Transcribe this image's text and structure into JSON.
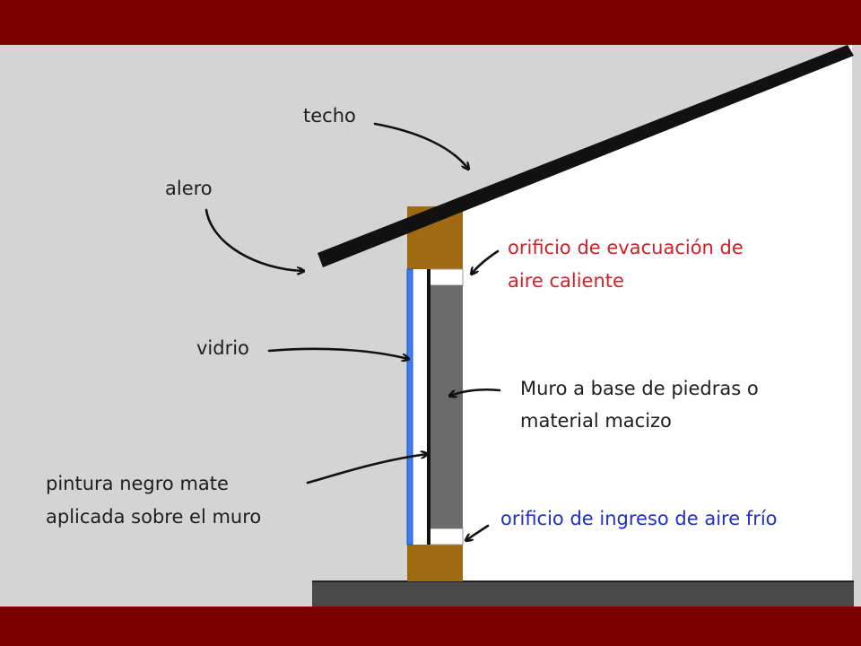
{
  "colors": {
    "frame": "#7a0000",
    "background": "#d4d4d4",
    "interior": "#ffffff",
    "roof": "#111111",
    "wood_block": "#a06a12",
    "glass": "#3b7df5",
    "wall_mass": "#6b6b6b",
    "ground": "#4a4a4a",
    "label_default": "#1e1e1e",
    "label_hot_air": "#d1202a",
    "label_cold_air": "#1f2fc4"
  },
  "labels": {
    "techo": "techo",
    "alero": "alero",
    "vidrio": "vidrio",
    "pintura_line1": "pintura negro mate",
    "pintura_line2": "aplicada sobre el muro",
    "evac_line1": "orificio de evacuación de",
    "evac_line2": "aire caliente",
    "muro_line1": "Muro a base de piedras o",
    "muro_line2": "material macizo",
    "ingreso": "orificio de ingreso de aire frío"
  }
}
